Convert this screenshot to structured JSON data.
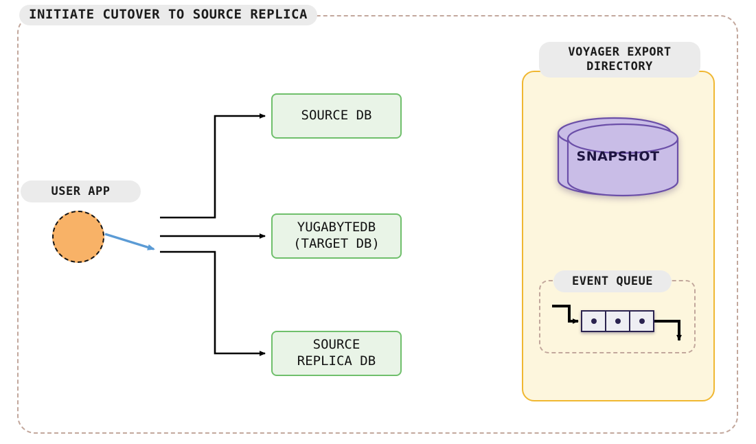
{
  "diagram": {
    "title": "INITIATE CUTOVER TO SOURCE REPLICA",
    "background_color": "#ffffff",
    "outer_border_color": "#c2a79c"
  },
  "user_app": {
    "label": "USER APP",
    "shape": "circle",
    "fill_color": "#f8b267",
    "border_style": "dashed"
  },
  "databases": [
    {
      "id": "source-db",
      "label": "SOURCE DB",
      "fill_color": "#e9f4e7",
      "border_color": "#6fbf6b"
    },
    {
      "id": "yugabytedb-target-db",
      "label": "YUGABYTEDB\n(TARGET DB)",
      "fill_color": "#e9f4e7",
      "border_color": "#6fbf6b"
    },
    {
      "id": "source-replica-db",
      "label": "SOURCE\nREPLICA DB",
      "fill_color": "#e9f4e7",
      "border_color": "#6fbf6b"
    }
  ],
  "voyager_panel": {
    "label": "VOYAGER EXPORT\nDIRECTORY",
    "fill_color": "#fdf6dd",
    "border_color": "#f0b731"
  },
  "snapshot": {
    "label": "SNAPSHOT",
    "shape": "cylinder",
    "fill_color": "#c9bde7",
    "stroke_color": "#6b4fa8",
    "text_color": "#1d1440"
  },
  "event_queue": {
    "label": "EVENT QUEUE",
    "border_color": "#c2a79c",
    "cells": [
      {
        "id": "event-1"
      },
      {
        "id": "event-2"
      },
      {
        "id": "event-3"
      }
    ],
    "cell_fill_color": "#eeeef3",
    "cell_border_color": "#2b2350"
  },
  "connections": [
    {
      "id": "branch-to-source-db",
      "from": "user-app-bus",
      "to": "source-db",
      "color": "#000000",
      "style": "orthogonal"
    },
    {
      "id": "branch-to-target-db",
      "from": "user-app-bus",
      "to": "yugabytedb-target-db",
      "color": "#000000",
      "style": "straight"
    },
    {
      "id": "branch-to-source-replica-db",
      "from": "user-app-bus",
      "to": "source-replica-db",
      "color": "#000000",
      "style": "orthogonal"
    },
    {
      "id": "user-app-active-link",
      "from": "user-app",
      "to": "source-replica-branch",
      "color": "#5b9bd5",
      "style": "straight",
      "highlighted": true
    },
    {
      "id": "event-queue-in",
      "from": "queue-inlet",
      "to": "event-queue-cells",
      "color": "#000000",
      "style": "orthogonal"
    },
    {
      "id": "event-queue-out",
      "from": "event-queue-cells",
      "to": "queue-outlet",
      "color": "#000000",
      "style": "orthogonal"
    }
  ]
}
